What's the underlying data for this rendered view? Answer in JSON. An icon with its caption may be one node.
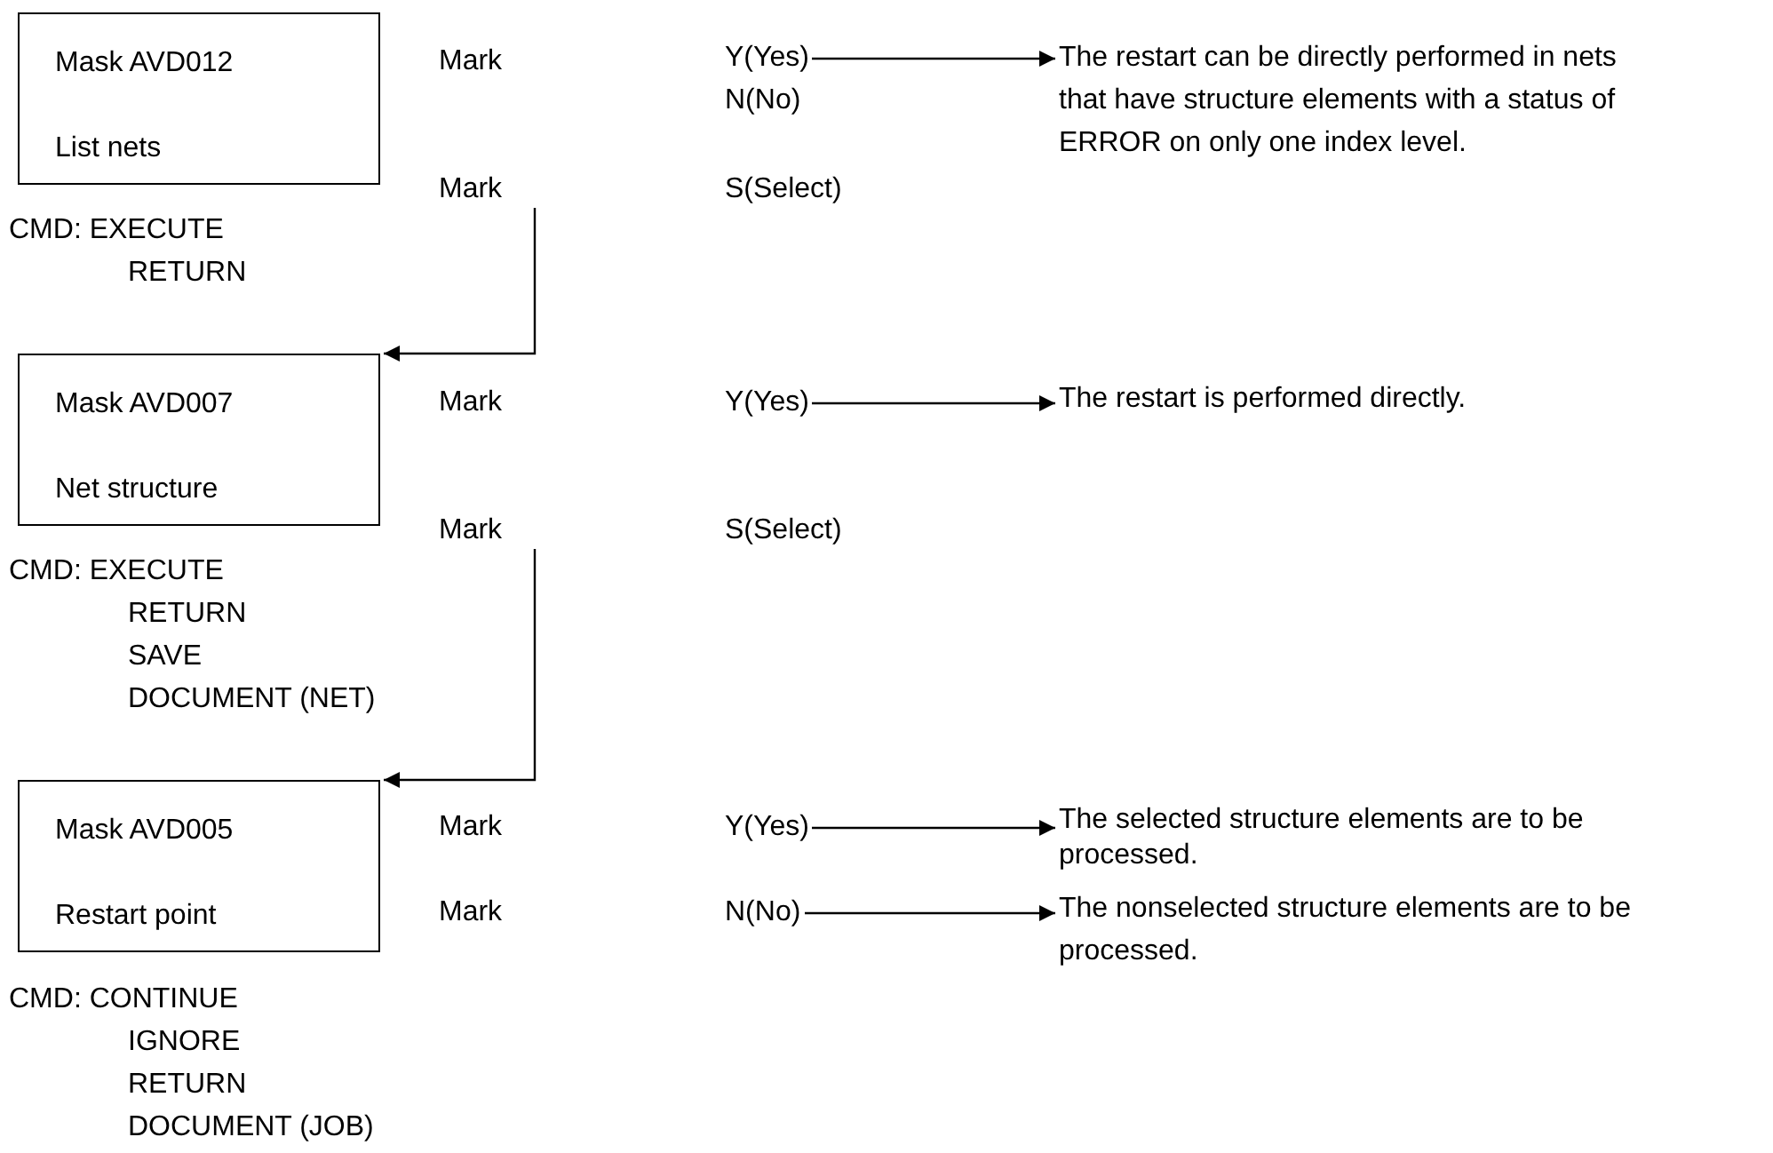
{
  "diagram": {
    "nodes": [
      {
        "text": [
          "Mask AVD012",
          "List nets"
        ],
        "beside": [
          "CMD: EXECUTE",
          "RETURN"
        ]
      },
      {
        "text": [
          "Y(Yes)"
        ]
      },
      {
        "text": [
          "The restart can be directly performed in nets that have structure elements with a status of ERROR on only one index level."
        ]
      },
      {
        "text": [
          "Mark"
        ]
      },
      {
        "text": [
          "Mask AVD007",
          "Net structure"
        ],
        "beside": [
          "CMD: EXECUTE",
          "RETURN",
          "SAVE",
          "DOCUMENT (NET)"
        ]
      },
      {
        "text": [
          "Y(Yes)"
        ]
      },
      {
        "text": [
          "The restart is performed directly."
        ]
      },
      {
        "text": [
          "Mark"
        ]
      },
      {
        "text": [
          "Mask AVD005",
          "Restart point"
        ],
        "beside": [
          "CMD: CONTINUE",
          "IGNORE",
          "RETURN",
          "DOCUMENT (JOB)"
        ]
      },
      {
        "text": [
          "Y(Yes)"
        ]
      },
      {
        "text": [
          "The selected structure elements are to be processed."
        ]
      },
      {
        "text": [
          "N(No)"
        ]
      },
      {
        "text": [
          "The nonselected structure elements are to be processed."
        ]
      }
    ],
    "edges": [
      {
        "from": 1,
        "to": 2,
        "arrow": "to"
      },
      {
        "from": 3,
        "to": 4,
        "arrow": "to"
      },
      {
        "from": 5,
        "to": 6,
        "arrow": "to"
      },
      {
        "from": 7,
        "to": 8,
        "arrow": "to"
      },
      {
        "from": 9,
        "to": 10,
        "arrow": "to"
      },
      {
        "from": 11,
        "to": 12,
        "arrow": "to"
      }
    ],
    "labels": [
      "Mark",
      "N(No)",
      "S(Select)",
      "Mark",
      "S(Select)",
      "Mark",
      "Mark"
    ]
  }
}
